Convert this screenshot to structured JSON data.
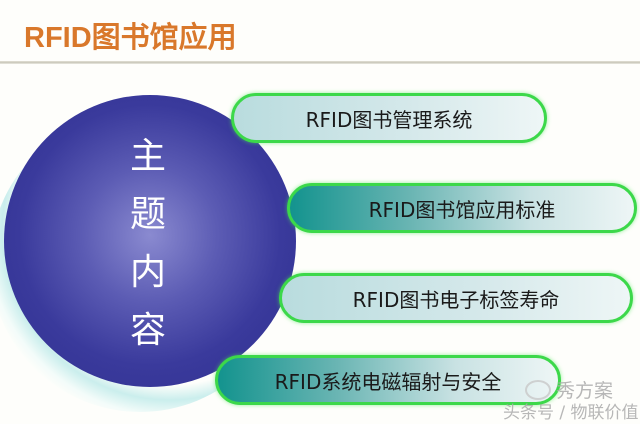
{
  "header": {
    "title": "RFID图书馆应用"
  },
  "diagram": {
    "center_label_chars": [
      "主",
      "题",
      "内",
      "容"
    ],
    "center_label": "主题内容",
    "items": [
      {
        "label": "RFID图书管理系统",
        "style": "light"
      },
      {
        "label": "RFID图书馆应用标准",
        "style": "dark"
      },
      {
        "label": "RFID图书电子标签寿命",
        "style": "light"
      },
      {
        "label": "RFID系统电磁辐射与安全",
        "style": "dark"
      }
    ]
  },
  "watermark": {
    "brand": "秀方案",
    "source": "头条号 / 物联价值",
    "icon": "wechat-icon"
  },
  "colors": {
    "title": "#d9782b",
    "circle": "#3a3a9c",
    "pill_border": "#3cd84a",
    "pill_dark_start": "#13938e",
    "pill_light_start": "#b9dcde"
  }
}
